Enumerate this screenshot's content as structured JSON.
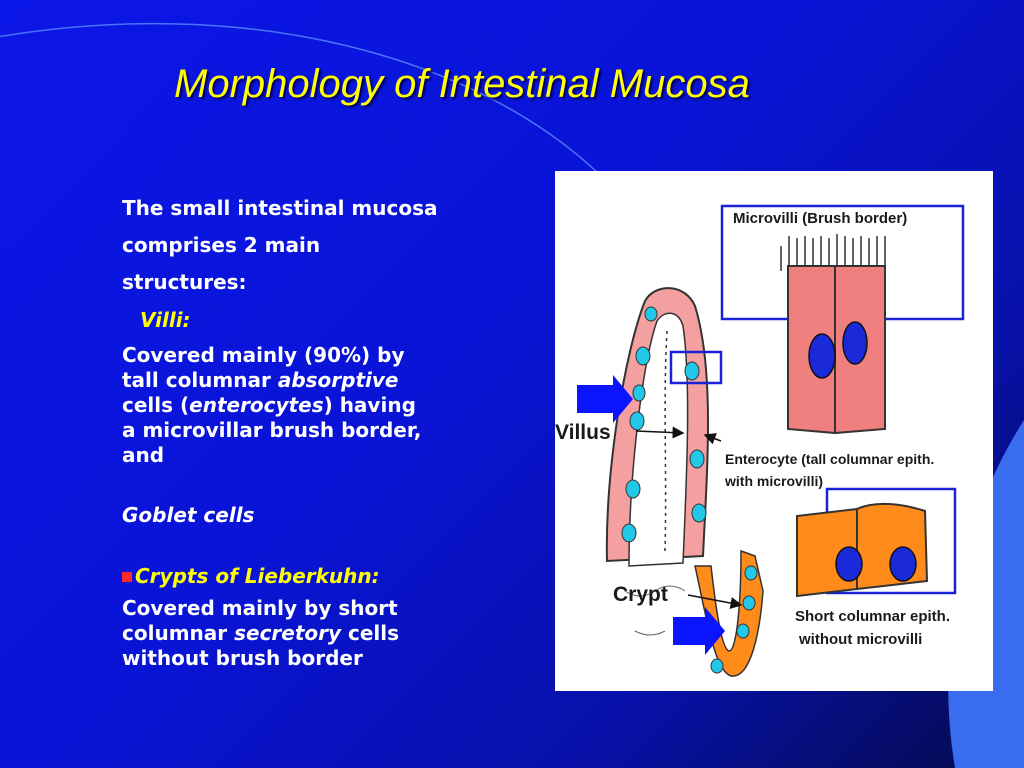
{
  "title": "Morphology of Intestinal Mucosa",
  "intro": [
    "The small intestinal mucosa",
    "comprises 2 main",
    "structures:"
  ],
  "villi": {
    "heading": "Villi:",
    "body_lines": [
      [
        "Covered mainly (90%) by",
        ""
      ],
      [
        "tall columnar ",
        "absorptive"
      ],
      [
        "cells (",
        "enterocytes",
        ") having"
      ],
      [
        "a microvillar brush border,",
        ""
      ],
      [
        "and",
        ""
      ]
    ],
    "goblet": "Goblet cells"
  },
  "crypts": {
    "heading": "Crypts of Lieberkuhn:",
    "line1": "Covered mainly by short",
    "line2_pre": "columnar ",
    "line2_it": "secretory",
    "line2_post": " cells",
    "line3": "without brush border"
  },
  "diagram": {
    "label_microvilli": "Microvilli (Brush border)",
    "label_villus": "Villus",
    "label_crypt": "Crypt",
    "label_enterocyte_1": "Enterocyte (tall columnar epith.",
    "label_enterocyte_2": "with microvilli)",
    "label_short_1": "Short columnar epith.",
    "label_short_2": "without microvilli"
  },
  "colors": {
    "title": "#ffff00",
    "text": "#ffffff",
    "enterocyte": "#f08080",
    "crypt_cell": "#ff8c1a",
    "goblet": "#22c8e8",
    "frame": "#1a22d8",
    "arrow": "#0a14ff"
  }
}
